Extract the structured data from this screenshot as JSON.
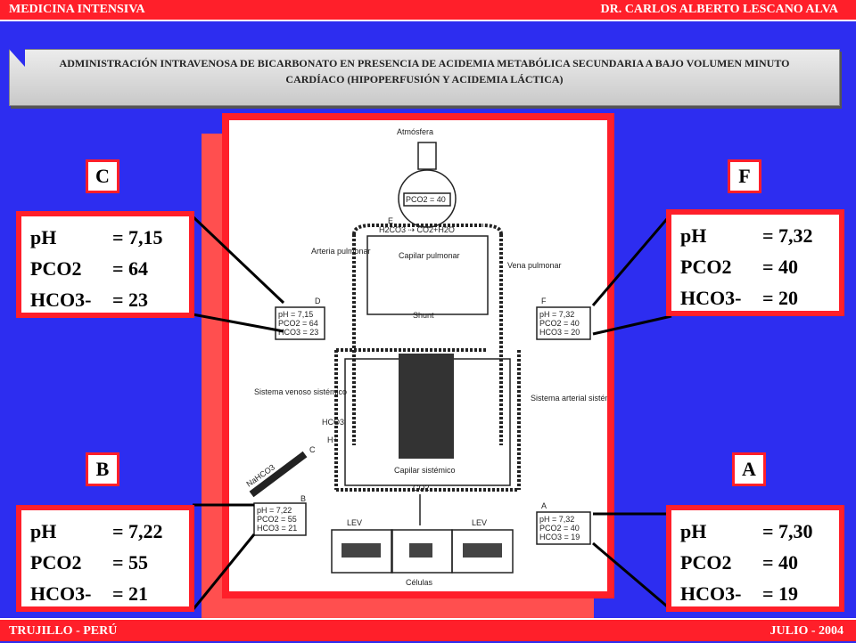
{
  "header": {
    "left": "MEDICINA INTENSIVA",
    "right": "DR. CARLOS ALBERTO LESCANO ALVA"
  },
  "footer": {
    "left": "TRUJILLO - PERÚ",
    "right": "JULIO - 2004"
  },
  "subtitle": "ADMINISTRACIÓN INTRAVENOSA DE BICARBONATO EN PRESENCIA DE ACIDEMIA METABÓLICA SECUNDARIA A BAJO VOLUMEN MINUTO CARDÍACO (HIPOPERFUSIÓN Y ACIDEMIA LÁCTICA)",
  "boxes": {
    "C": {
      "letter": "C",
      "ph": "= 7,15",
      "pco2": "= 64",
      "hco3": "= 23"
    },
    "F": {
      "letter": "F",
      "ph": "= 7,32",
      "pco2": "= 40",
      "hco3": "= 20"
    },
    "B": {
      "letter": "B",
      "ph": "= 7,22",
      "pco2": "= 55",
      "hco3": "= 21"
    },
    "A": {
      "letter": "A",
      "ph": "= 7,30",
      "pco2": "= 40",
      "hco3": "= 19"
    }
  },
  "labels": {
    "ph": "pH",
    "pco2": "PCO2",
    "hco3": "HCO3-"
  },
  "diagram": {
    "atmosfera": "Atmósfera",
    "pco2_atm": "PCO2 = 40",
    "reaction": "H2CO3 ⇢ CO2+H2O",
    "capilar_pulmonar": "Capilar pulmonar",
    "arteria": "Arteria pulmonar",
    "vena": "Vena pulmonar",
    "shunt": "Shunt",
    "sist_venoso": "Sistema venoso sistémico",
    "sist_arterial": "Sistema arterial sistémico",
    "capilar_sistemico": "Capilar sistémico",
    "hco3": "HCO3",
    "h": "H+",
    "co2": "CO2",
    "lev1": "LEV",
    "lev2": "LEV",
    "celulas": "Células",
    "nahco3": "NaHCO3",
    "tag_c": "C",
    "tag_d": "D",
    "tag_e": "E",
    "tag_f": "F",
    "tag_a": "A",
    "tag_b": "B",
    "tb_d": [
      "pH = 7,15",
      "PCO2 = 64",
      "HCO3 = 23"
    ],
    "tb_f": [
      "pH = 7,32",
      "PCO2 = 40",
      "HCO3 = 20"
    ],
    "tb_b": [
      "pH = 7,22",
      "PCO2 = 55",
      "HCO3 = 21"
    ],
    "tb_a": [
      "pH = 7,32",
      "PCO2 = 40",
      "HCO3 = 19"
    ]
  }
}
